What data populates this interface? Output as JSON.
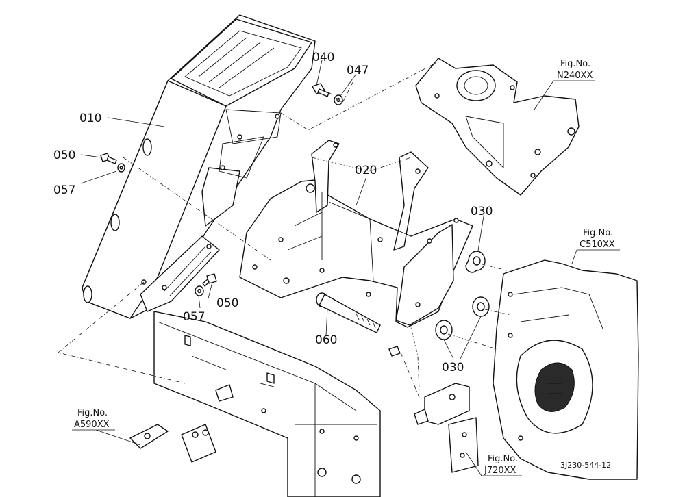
{
  "labels": {
    "p010": "010",
    "p020": "020",
    "p030a": "030",
    "p030b": "030",
    "p040": "040",
    "p047": "047",
    "p050a": "050",
    "p050b": "050",
    "p057a": "057",
    "p057b": "057",
    "p060": "060"
  },
  "fig_refs": {
    "n240": {
      "line1": "Fig.No.",
      "line2": "N240XX"
    },
    "c510": {
      "line1": "Fig.No.",
      "line2": "C510XX"
    },
    "a590": {
      "line1": "Fig.No.",
      "line2": "A590XX"
    },
    "j720": {
      "line1": "Fig.No.",
      "line2": "J720XX"
    }
  },
  "drawing_code": "3J230-544-12"
}
